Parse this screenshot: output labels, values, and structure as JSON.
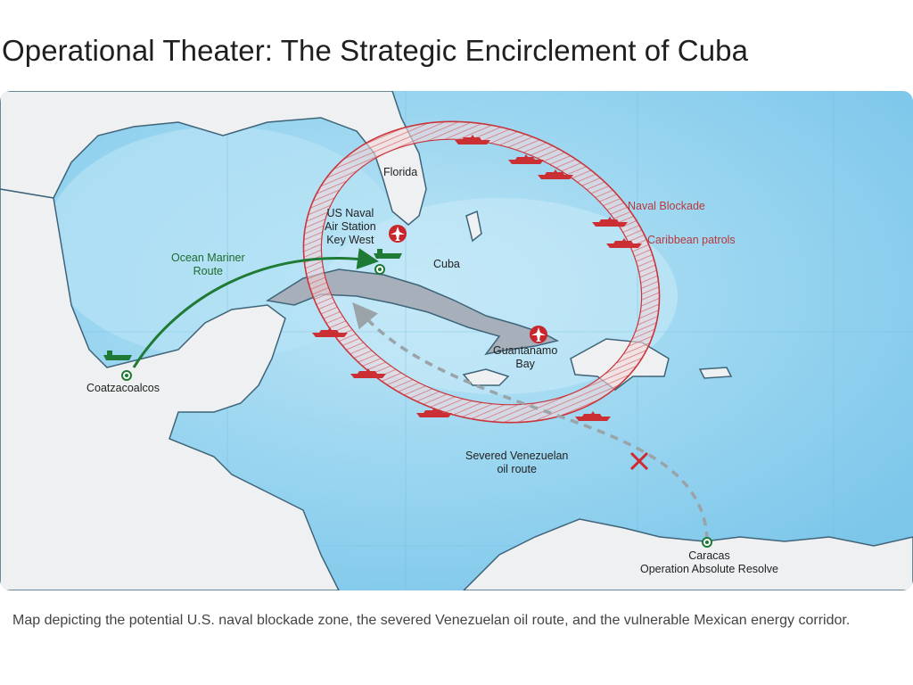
{
  "title": "Operational Theater: The Strategic Encirclement of Cuba",
  "map": {
    "labels": {
      "florida": "Florida",
      "key_west": "US Naval\nAir Station\nKey West",
      "cuba": "Cuba",
      "guantanamo": "Guantanamo\nBay",
      "naval_blockade": "Naval Blockade",
      "caribbean_patrols": "Caribbean patrols",
      "ocean_mariner": "Ocean Mariner\nRoute",
      "coatzacoalcos": "Coatzacoalcos",
      "severed_route": "Severed Venezuelan\noil route",
      "caracas": "Caracas\nOperation Absolute Resolve"
    },
    "colors": {
      "blockade": "#c9353a",
      "mariner_route": "#1e7a34",
      "severed_route": "#9aa3a8",
      "cuba": "#a7b0ba",
      "land": "#eef0f1",
      "sea": "#8fd0ee"
    },
    "icons": [
      "warship-icon",
      "airplane-icon",
      "tanker-ship-icon",
      "location-point-icon",
      "x-mark-icon"
    ]
  },
  "caption": "Map depicting the potential U.S. naval blockade zone, the severed Venezuelan oil route, and the vulnerable Mexican energy corridor."
}
